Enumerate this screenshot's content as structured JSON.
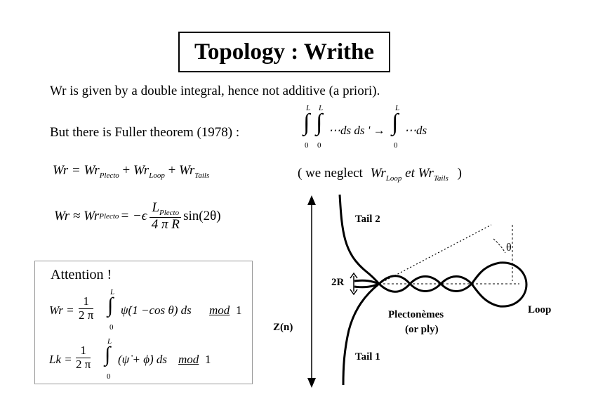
{
  "title": "Topology : Writhe",
  "line1": "Wr is given by a double integral, hence not additive (a priori).",
  "fuller": {
    "text": "But there is Fuller theorem (1978) :",
    "upper_limit": "L",
    "lower_limit": "0",
    "lhs": "⋯ds ds ' →",
    "rhs": "⋯ds"
  },
  "eq_sum": {
    "lhs": "Wr =",
    "t1": "Wr",
    "t1_sub": "Plecto",
    "t2": "Wr",
    "t2_sub": "Loop",
    "t3": "Wr",
    "t3_sub": "Tails"
  },
  "neglect": {
    "open": "(",
    "text": "we neglect",
    "t1": "Wr",
    "t1_sub": "Loop",
    "et": "et",
    "t2": "Wr",
    "t2_sub": "Tails",
    "close": ")"
  },
  "eq_approx": {
    "lhs": "Wr ≈ Wr",
    "lhs_sub": "Plecto",
    "mid": "= −ϵ",
    "num": "L",
    "num_sub": "Plecto",
    "den": "4 π R",
    "tail": "sin(2θ)"
  },
  "attention": {
    "heading": "Attention !",
    "wr": {
      "lhs": "Wr =",
      "num": "1",
      "den": "2 π",
      "upper": "L",
      "lower": "0",
      "body": "ψ̇(1 −cos θ) ds",
      "mod": "mod",
      "one": "1"
    },
    "lk": {
      "lhs": "Lk =",
      "num": "1",
      "den": "2 π",
      "upper": "L",
      "lower": "0",
      "body": "(ψ̇ + ϕ̇) ds",
      "mod": "mod",
      "one": "1"
    }
  },
  "diagram": {
    "tail2": "Tail 2",
    "tail1": "Tail 1",
    "theta": "θ",
    "two_r": "2R",
    "plectonemes": "Plectonèmes",
    "ply": "(or ply)",
    "loop": "Loop",
    "zn": "Z(n)"
  }
}
